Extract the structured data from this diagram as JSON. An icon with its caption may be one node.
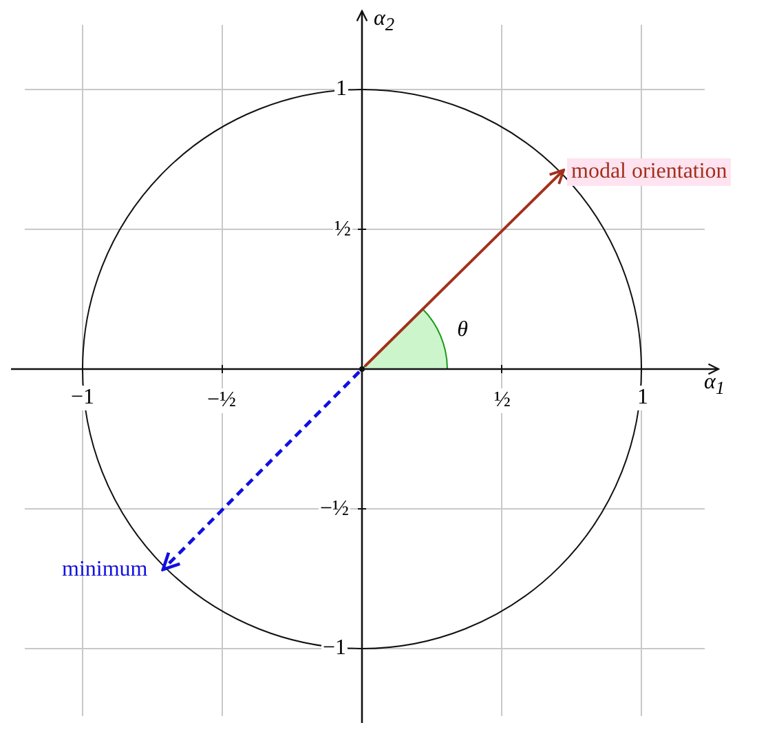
{
  "diagram": {
    "nodes": [
      {
        "text": [],
        "shape": "circle"
      },
      {
        "text": [
          "modal orientation"
        ]
      },
      {
        "text": [
          "minimum"
        ]
      }
    ],
    "edges": [
      {
        "from": 0,
        "to": 1,
        "arrow": "to",
        "color": "#a3301c"
      },
      {
        "from": 0,
        "to": 2,
        "arrow": "to",
        "style": "dashed",
        "color": "#1010e0"
      }
    ],
    "labels": [
      "α$_{2}$",
      "1",
      "½",
      "θ",
      "−1",
      "−½",
      "½",
      "1",
      "α$_{1}$",
      "−½",
      "−1"
    ]
  }
}
